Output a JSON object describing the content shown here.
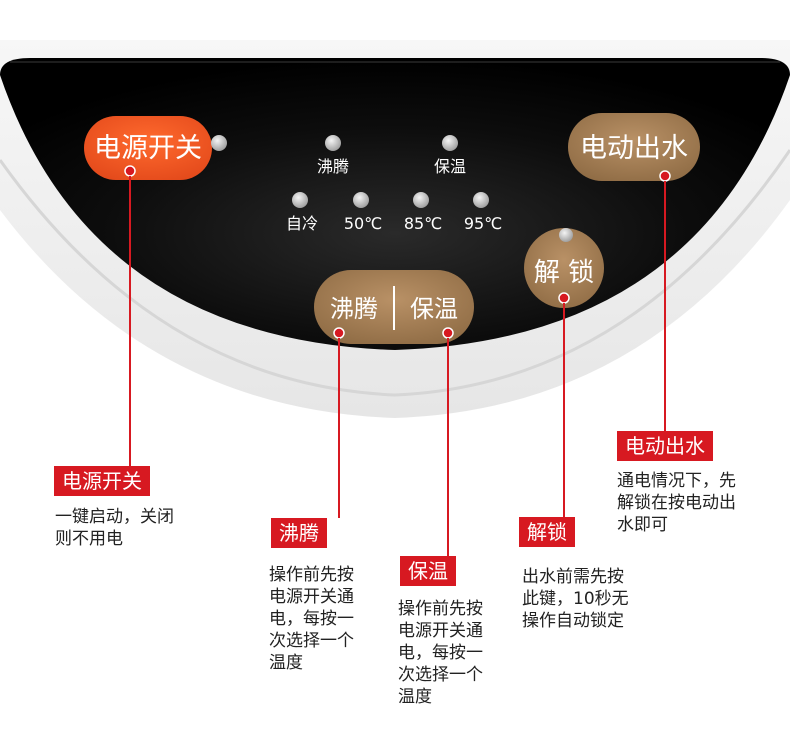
{
  "panel": {
    "power_button": "电源开关",
    "pump_button": "电动出水",
    "unlock_button": "解 锁",
    "boil_button": "沸腾",
    "keepwarm_button": "保温",
    "indicators_top": [
      "沸腾",
      "保温"
    ],
    "indicators_bottom": [
      "自冷",
      "50℃",
      "85℃",
      "95℃"
    ]
  },
  "annotations": {
    "power": {
      "title": "电源开关",
      "desc": [
        "一键启动，关闭",
        "则不用电"
      ]
    },
    "boil": {
      "title": "沸腾",
      "desc": [
        "操作前先按",
        "电源开关通",
        "电，每按一",
        "次选择一个",
        "温度"
      ]
    },
    "keepwarm": {
      "title": "保温",
      "desc": [
        "操作前先按",
        "电源开关通",
        "电，每按一",
        "次选择一个",
        "温度"
      ]
    },
    "unlock": {
      "title": "解锁",
      "desc": [
        "出水前需先按",
        "此键，10秒无",
        "操作自动锁定"
      ]
    },
    "pump": {
      "title": "电动出水",
      "desc": [
        "通电情况下，先",
        "解锁在按电动出",
        "水即可"
      ]
    }
  },
  "colors": {
    "accent_red": "#d71921",
    "power_orange": "#f2561f",
    "button_tan": "#a77f52",
    "panel_black": "#0a0a0a"
  }
}
